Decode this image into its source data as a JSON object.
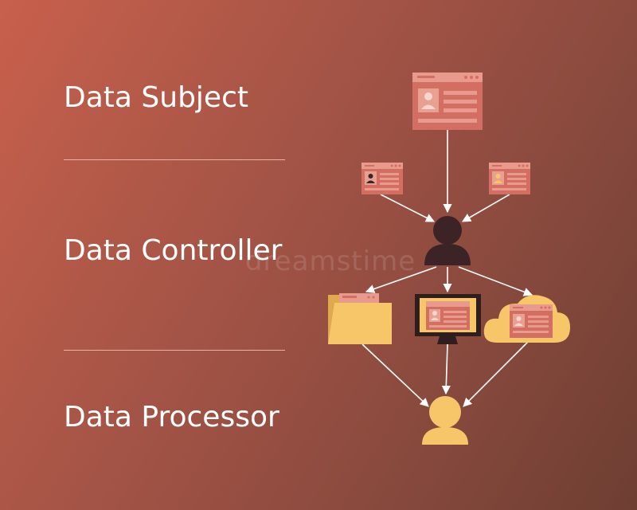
{
  "roles": {
    "subject": "Data Subject",
    "controller": "Data Controller",
    "processor": "Data Processor"
  },
  "watermark": "dreamstime",
  "colors": {
    "background_start": "#c8604c",
    "background_end": "#6e3e32",
    "card": "#d36f62",
    "card_header": "#e89a8c",
    "person_dark": "#3c2426",
    "person_light": "#f7c669",
    "folder": "#f7c669",
    "monitor": "#2e1e1e",
    "arrow": "#ffffff"
  },
  "icons": [
    "profile-card-icon",
    "controller-person-icon",
    "folder-icon",
    "monitor-icon",
    "cloud-icon",
    "processor-person-icon"
  ]
}
